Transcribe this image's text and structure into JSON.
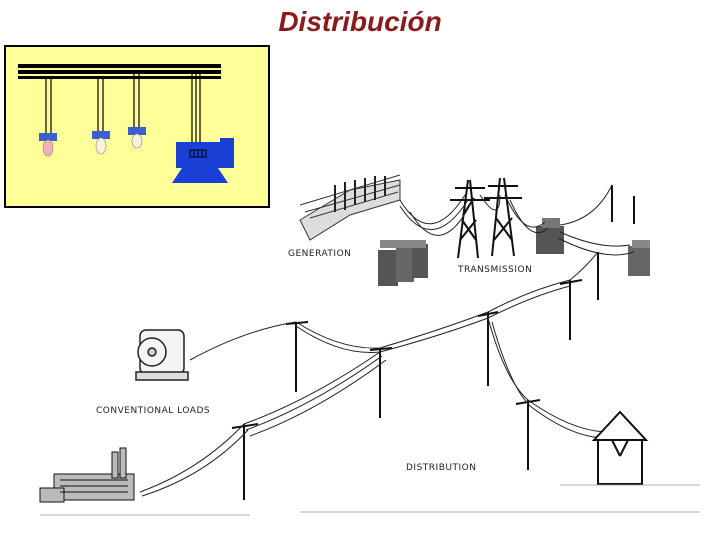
{
  "slide": {
    "title": "Distribución"
  },
  "diagram": {
    "labels": {
      "generation": "GENERATION",
      "transmission": "TRANSMISSION",
      "conventional_loads": "CONVENTIONAL LOADS",
      "distribution": "DISTRIBUTION"
    }
  },
  "colors": {
    "title": "#8b1a1a",
    "inset_background": "#ffff99",
    "generator": "#1a3fd4",
    "lamp_base": "#3a5fd0"
  }
}
